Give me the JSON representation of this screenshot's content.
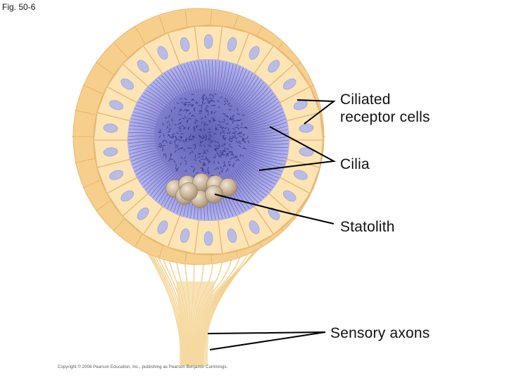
{
  "figure": {
    "label": "Fig. 50-6",
    "copyright": "Copyright © 2008 Pearson Education, Inc., publishing as Pearson Benjamin Cummings."
  },
  "labels": {
    "receptor_line1": "Ciliated",
    "receptor_line2": "receptor cells",
    "cilia": "Cilia",
    "statolith": "Statolith",
    "axons": "Sensory axons"
  },
  "colors": {
    "cell_fill": "#fde4b4",
    "cell_stroke": "#e8b873",
    "nucleus": "#b9bde6",
    "cavity": "#8f8fdc",
    "cavity_center": "#7373c4",
    "cilia_lines": "#4a4aa0",
    "statolith": "#cbb79c",
    "axon": "#f3cf8a",
    "leader_line": "#000000"
  }
}
